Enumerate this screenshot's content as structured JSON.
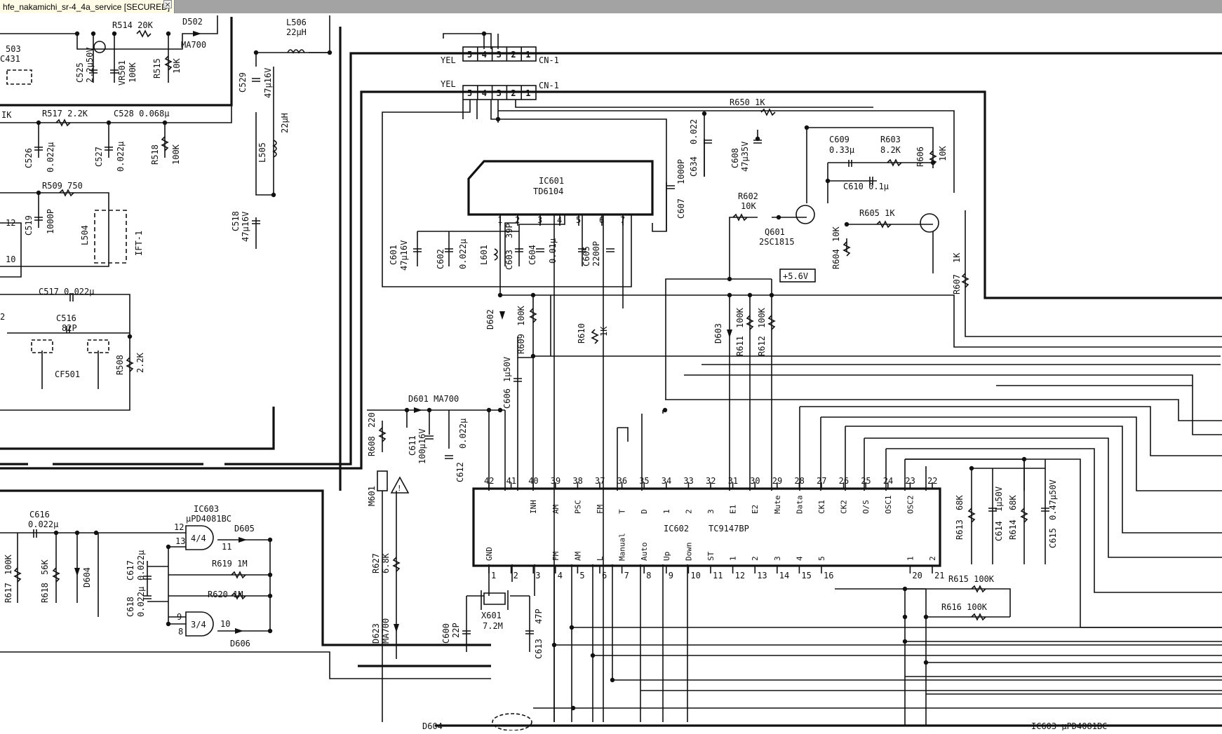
{
  "window": {
    "tab_title": "hfe_nakamichi_sr-4_4a_service [SECURED]",
    "close_glyph": "×",
    "colors": {
      "tabbar": "#a3a3a3",
      "tab": "#fffbe6",
      "ink": "#111111"
    }
  },
  "schematic": {
    "labels": {
      "r514": "R514 20K",
      "d502": "D502",
      "ma700_d502": "MA700",
      "l506": "L506",
      "l506_val": "22µH",
      "c525": "C525",
      "c525_val": "2.2µ50V",
      "vr501": "VR501",
      "vr501_val": "100K",
      "r515": "R515",
      "r515_val": "10K",
      "c529": "C529",
      "c529_val": "47µ16V",
      "l505": "L505",
      "l505_val": "22µH",
      "c518": "C518",
      "c518_val": "47µ16V",
      "r517": "R517 2.2K",
      "c528": "C528 0.068µ",
      "ik_left": "IK",
      "c526": "C526",
      "c526_val": "0.022µ",
      "c527": "C527",
      "c527_val": "0.022µ",
      "r518": "R518",
      "r518_val": "100K",
      "r509": "R509 750",
      "c519": "C519",
      "c519_val": "1000P",
      "l504": "L504",
      "ift1": "IFT-1",
      "pin12": "12",
      "pin10": "10",
      "c517": "C517 0.022µ",
      "c516": "C516",
      "c516_val": "82P",
      "cf501": "CF501",
      "r508": "R508",
      "r508_val": "2.2K",
      "frag503": "503",
      "frag_c431": "C431",
      "frag2": "2",
      "yel1": "YEL",
      "yel2": "YEL",
      "cn1a": "CN-1",
      "cn1b": "CN-1",
      "r650": "R650 1K",
      "ic601": "IC601",
      "ic601_part": "TD6104",
      "c634": "C634",
      "c634_val": "0.022",
      "c607": "C607",
      "c607_val": "1000P",
      "c608": "C608",
      "c608_val": "47µ35V",
      "c609": "C609",
      "c609_val": "0.33µ",
      "r603": "R603",
      "r603_val": "8.2K",
      "r606": "R606",
      "r606_val": "10K",
      "c610": "C610 0.1µ",
      "r602": "R602",
      "r602_val": "10K",
      "r605": "R605 1K",
      "q601": "Q601",
      "q601_part": "2SC1815",
      "r604": "R604",
      "r604_val": "10K",
      "r607": "R607",
      "r607_val": "1K",
      "v56": "+5.6V",
      "c601": "C601",
      "c601_val": "47µ16V",
      "c602": "C602",
      "c602_val": "0.022µ",
      "l601": "L601",
      "c603": "C603",
      "c603_val": "39P",
      "c604": "C604",
      "c604_val": "0.01µ",
      "c605": "C605",
      "c605_val": "2200P",
      "d602": "D602",
      "r609": "R609",
      "r609_val": "100K",
      "r610": "R610",
      "r610_val": "1K",
      "d603": "D603",
      "r611": "R611",
      "r611_val": "100K",
      "r612": "R612",
      "r612_val": "100K",
      "c606": "C606",
      "c606_val": "1µ50V",
      "d601": "D601 MA700",
      "r608": "R608",
      "r608_val": "220",
      "c611": "C611",
      "c611_val": "100µ16V",
      "c612": "C612",
      "c612_val": "0.022µ",
      "m601": "M601",
      "warn": "!",
      "ic602": "IC602",
      "ic602_part": "TC9147BP",
      "r613": "R613",
      "r613_val": "68K",
      "c614": "C614",
      "c614_val": "1µ50V",
      "r614": "R614",
      "r614_val": "68K",
      "c615": "C615",
      "c615_val": "0.47µ50V",
      "c616": "C616",
      "c616_val": "0.022µ",
      "ic603": "IC603",
      "ic603_part": "µPD4081BC",
      "gate44": "4/4",
      "gate34": "3/4",
      "d605": "D605",
      "d606": "D606",
      "r619": "R619 1M",
      "r620": "R620 1M",
      "r617": "R617",
      "r617_val": "100K",
      "r618": "R618",
      "r618_val": "56K",
      "d604": "D604",
      "c617": "C617",
      "c617_val": "0.022µ",
      "c618": "C618",
      "c618_val": "0.022µ",
      "r627": "R627",
      "r627_val": "6.8K",
      "d623": "D623",
      "d623_val": "MA700",
      "c600": "C600",
      "c600_val": "22P",
      "x601": "X601",
      "x601_val": "7.2M",
      "c613": "C613",
      "c613_val": "47P",
      "r615": "R615 100K",
      "r616": "R616 100K",
      "d604_bottom": "D604",
      "ic603_bottom": "IC603 µPD4081BC",
      "g12": "12",
      "g13": "13",
      "g11": "11",
      "g9": "9",
      "g8": "8",
      "g10": "10"
    },
    "cn1_pins": [
      "5",
      "4",
      "3",
      "2",
      "1"
    ],
    "ic601_pins": [
      "1",
      "2",
      "3",
      "4",
      "5",
      "6",
      "7"
    ],
    "ic602_top_pins": [
      "42",
      "41",
      "40",
      "39",
      "38",
      "37",
      "36",
      "35",
      "34",
      "33",
      "32",
      "31",
      "30",
      "29",
      "28",
      "27",
      "26",
      "25",
      "24",
      "23",
      "22"
    ],
    "ic602_top_names": [
      "",
      "",
      "INH",
      "AM",
      "PSC",
      "FM",
      "T",
      "D",
      "1",
      "2",
      "3",
      "E1",
      "E2",
      "Mute",
      "Data",
      "CK1",
      "CK2",
      "O/S",
      "OSC1",
      "OSC2",
      ""
    ],
    "ic602_bottom_pins": [
      "1",
      "2",
      "3",
      "4",
      "5",
      "6",
      "7",
      "8",
      "9",
      "10",
      "11",
      "12",
      "13",
      "14",
      "15",
      "16",
      "",
      "",
      "",
      "20",
      "21"
    ],
    "ic602_bottom_names": [
      "GND",
      "",
      "",
      "FM",
      "AM",
      "L",
      "Manual",
      "Auto",
      "Up",
      "Down",
      "ST",
      "1",
      "2",
      "3",
      "4",
      "5",
      "",
      "",
      "",
      "1",
      "2"
    ]
  }
}
